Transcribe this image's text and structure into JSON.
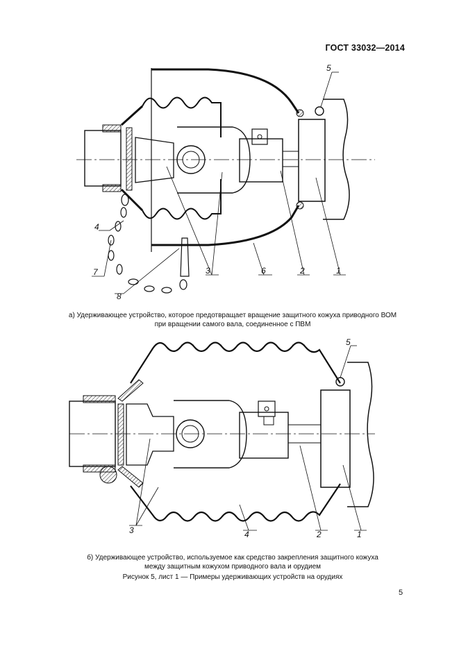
{
  "header": {
    "standard": "ГОСТ 33032—2014"
  },
  "figure_a": {
    "labels": [
      "5",
      "4",
      "7",
      "8",
      "3",
      "6",
      "2",
      "1"
    ],
    "caption_line1": "а) Удерживающее устройство, которое предотвращает вращение защитного кожуха приводного ВОМ",
    "caption_line2": "при вращении самого вала, соединенное с ПВМ"
  },
  "figure_b": {
    "labels": [
      "5",
      "3",
      "4",
      "2",
      "1"
    ],
    "caption_line1": "б) Удерживающее устройство, используемое как средство закрепления защитного кожуха",
    "caption_line2": "между защитным кожухом приводного вала и орудием"
  },
  "figure_title": "Рисунок 5, лист 1 — Примеры удерживающих устройств на орудиях",
  "page_number": "5"
}
